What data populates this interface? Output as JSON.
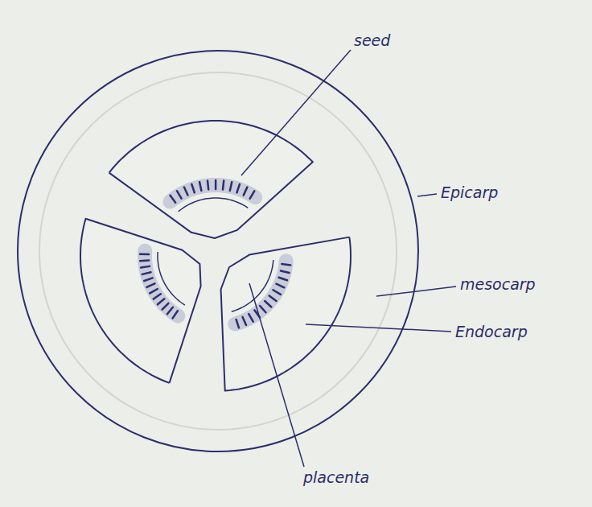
{
  "diagram": {
    "labels": [
      "seed",
      "Epicarp",
      "mesocarp",
      "Endocarp",
      "placenta"
    ]
  }
}
